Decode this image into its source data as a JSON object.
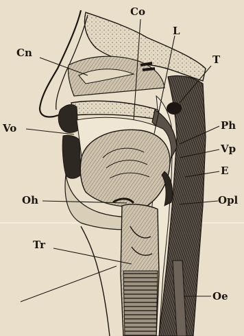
{
  "labels": {
    "co": "Co",
    "l": "L",
    "cn": "Cn",
    "t": "T",
    "vo": "Vo",
    "ph": "Ph",
    "vp": "Vp",
    "e": "E",
    "oh": "Oh",
    "opl": "Opl",
    "tr": "Tr",
    "oe": "Oe"
  },
  "colors": {
    "paper": "#e9dfcb",
    "ink": "#1b1612",
    "tissue": "#cfc3ad",
    "dark_tissue": "#3a332c",
    "bone": "#d9ceb7"
  }
}
